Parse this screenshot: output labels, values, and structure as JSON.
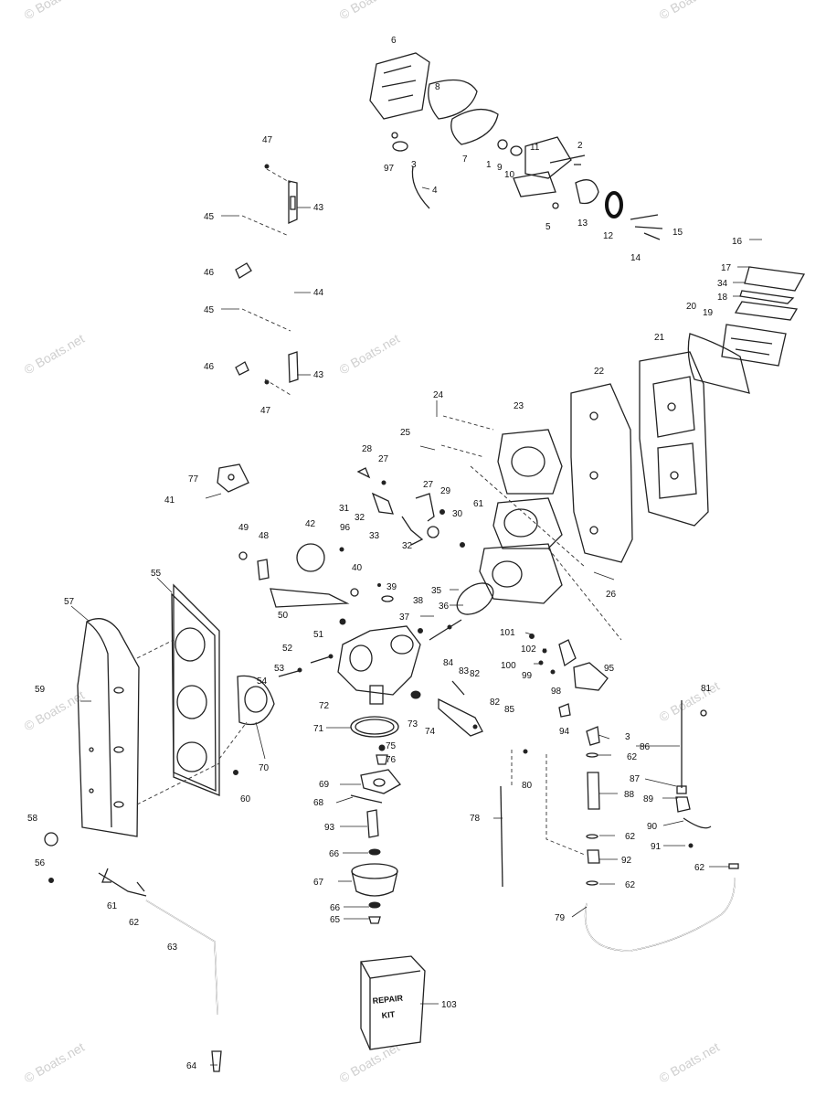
{
  "watermark": "© Boats.net",
  "kit": {
    "line1": "REPAIR",
    "line2": "KIT"
  },
  "labels": {
    "l1": "1",
    "l2": "2",
    "l3a": "3",
    "l3b": "3",
    "l4": "4",
    "l5": "5",
    "l6": "6",
    "l7": "7",
    "l8": "8",
    "l9": "9",
    "l10": "10",
    "l11": "11",
    "l12": "12",
    "l13": "13",
    "l14": "14",
    "l15": "15",
    "l16": "16",
    "l17": "17",
    "l18": "18",
    "l19": "19",
    "l20": "20",
    "l21": "21",
    "l22": "22",
    "l23": "23",
    "l24": "24",
    "l25": "25",
    "l26": "26",
    "l27a": "27",
    "l27b": "27",
    "l28": "28",
    "l29": "29",
    "l30": "30",
    "l31": "31",
    "l32a": "32",
    "l32b": "32",
    "l33": "33",
    "l34": "34",
    "l35": "35",
    "l36": "36",
    "l37": "37",
    "l38": "38",
    "l39": "39",
    "l40": "40",
    "l41": "41",
    "l42": "42",
    "l43a": "43",
    "l43b": "43",
    "l44": "44",
    "l45a": "45",
    "l45b": "45",
    "l46a": "46",
    "l46b": "46",
    "l47a": "47",
    "l47b": "47",
    "l48": "48",
    "l49": "49",
    "l50": "50",
    "l51": "51",
    "l52": "52",
    "l53": "53",
    "l54": "54",
    "l55": "55",
    "l56": "56",
    "l57": "57",
    "l58": "58",
    "l59": "59",
    "l60": "60",
    "l61a": "61",
    "l61b": "61",
    "l62a": "62",
    "l62b": "62",
    "l62c": "62",
    "l62d": "62",
    "l62e": "62",
    "l63": "63",
    "l64": "64",
    "l65": "65",
    "l66a": "66",
    "l66b": "66",
    "l67": "67",
    "l68": "68",
    "l69": "69",
    "l70": "70",
    "l71": "71",
    "l72": "72",
    "l73": "73",
    "l74": "74",
    "l75": "75",
    "l76": "76",
    "l77": "77",
    "l78": "78",
    "l79": "79",
    "l80": "80",
    "l81": "81",
    "l82a": "82",
    "l82b": "82",
    "l83": "83",
    "l84": "84",
    "l85": "85",
    "l86": "86",
    "l87": "87",
    "l88": "88",
    "l89": "89",
    "l90": "90",
    "l91": "91",
    "l92": "92",
    "l93": "93",
    "l94": "94",
    "l95": "95",
    "l96": "96",
    "l97": "97",
    "l98": "98",
    "l99": "99",
    "l100": "100",
    "l101": "101",
    "l102": "102",
    "l103": "103"
  }
}
